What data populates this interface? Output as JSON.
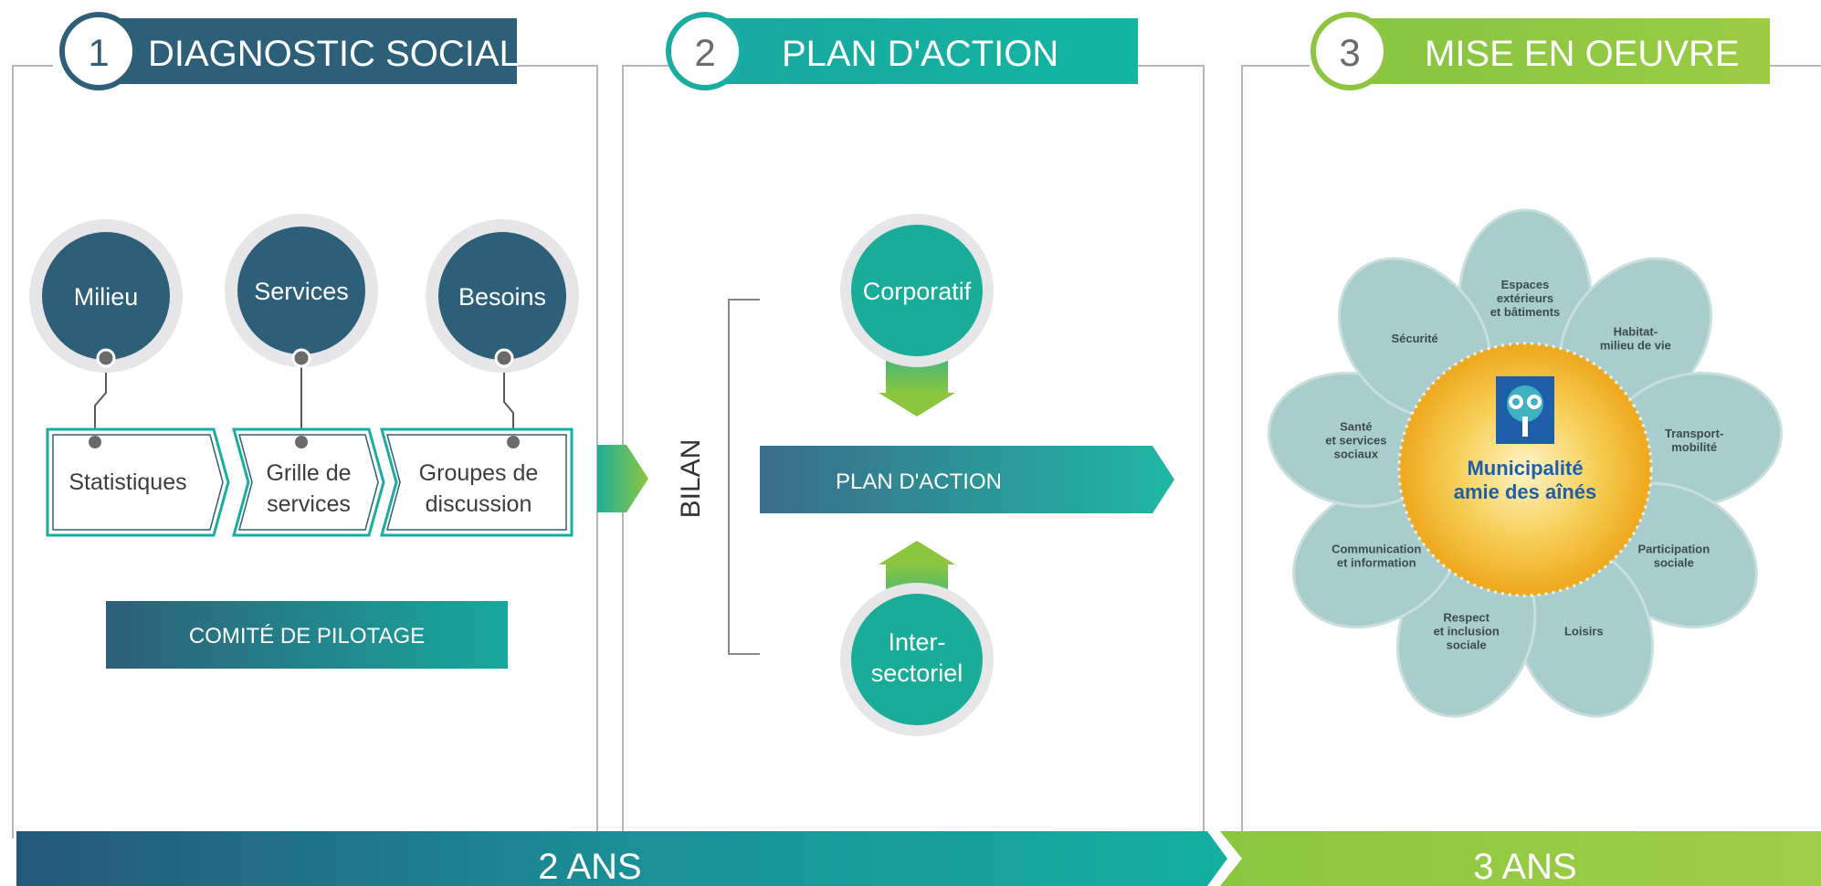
{
  "colors": {
    "navy": "#2e5f78",
    "teal": "#17b0a0",
    "green": "#8cc63f",
    "frame": "#b5b5b5",
    "petal": "#a9cdcc",
    "sun": "#f2b51e"
  },
  "phases": [
    {
      "number": "1",
      "title": "DIAGNOSTIC SOCIAL"
    },
    {
      "number": "2",
      "title": "PLAN D'ACTION"
    },
    {
      "number": "3",
      "title": "MISE EN OEUVRE"
    }
  ],
  "diagnostic": {
    "circles": [
      "Milieu",
      "Services",
      "Besoins"
    ],
    "boxes": [
      {
        "line1": "Statistiques",
        "line2": ""
      },
      {
        "line1": "Grille de",
        "line2": "services"
      },
      {
        "line1": "Groupes de",
        "line2": "discussion"
      }
    ],
    "committee": "COMITÉ DE PILOTAGE"
  },
  "plan": {
    "bilan": "BILAN",
    "top_circle": "Corporatif",
    "bottom_circle_line1": "Inter-",
    "bottom_circle_line2": "sectoriel",
    "arrow_label": "PLAN D'ACTION"
  },
  "flower": {
    "center_line1": "Municipalité",
    "center_line2": "amie des aînés",
    "petals": [
      {
        "lines": [
          "Espaces",
          "extérieurs",
          "et bâtiments"
        ]
      },
      {
        "lines": [
          "Habitat-",
          "milieu de vie"
        ]
      },
      {
        "lines": [
          "Transport-",
          "mobilité"
        ]
      },
      {
        "lines": [
          "Participation",
          "sociale"
        ]
      },
      {
        "lines": [
          "Loisirs"
        ]
      },
      {
        "lines": [
          "Respect",
          "et inclusion",
          "sociale"
        ]
      },
      {
        "lines": [
          "Communication",
          "et information"
        ]
      },
      {
        "lines": [
          "Santé",
          "et services",
          "sociaux"
        ]
      },
      {
        "lines": [
          "Sécurité"
        ]
      }
    ]
  },
  "timeline": {
    "first": "2 ANS",
    "second": "3 ANS"
  }
}
